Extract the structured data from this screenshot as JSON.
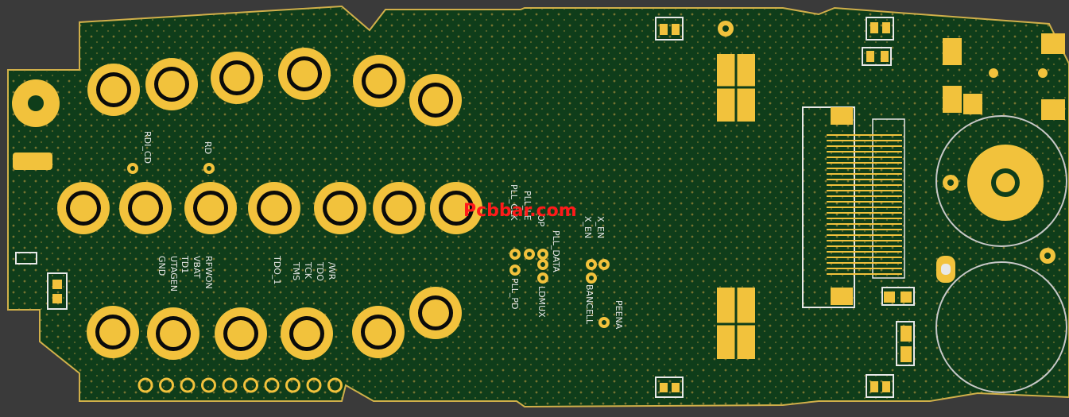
{
  "watermark": "Pcbbar.com",
  "labels_left": {
    "rdi_cd": "RDI_CD",
    "rd": "RD",
    "ubat": "VBAT",
    "rfwon": "RFWON",
    "td1": "TD1",
    "utagen": "UTAGEN",
    "gnd": "GND",
    "tdo1": "TDO_1",
    "tms": "TMS",
    "tck": "TCK",
    "tdo": "TDO",
    "wr": "/WR"
  },
  "labels_mid": {
    "pll_clk": "PLL_CLK",
    "pll_le": "PLL_LE",
    "op": "OP",
    "pll_data": "PLL_DATA",
    "x_en1": "X_EN",
    "x_en2": "X_EN",
    "pll_pd": "PLL_PD",
    "ldmux": "LDMUX",
    "bancell": "BANCELL",
    "peena": "PEENA"
  },
  "colors": {
    "board": "#0f3d1a",
    "copper": "#f2c23c",
    "hole": "#0b0b0b",
    "silk": "#e8e8e8",
    "background": "#3a3a3a"
  }
}
